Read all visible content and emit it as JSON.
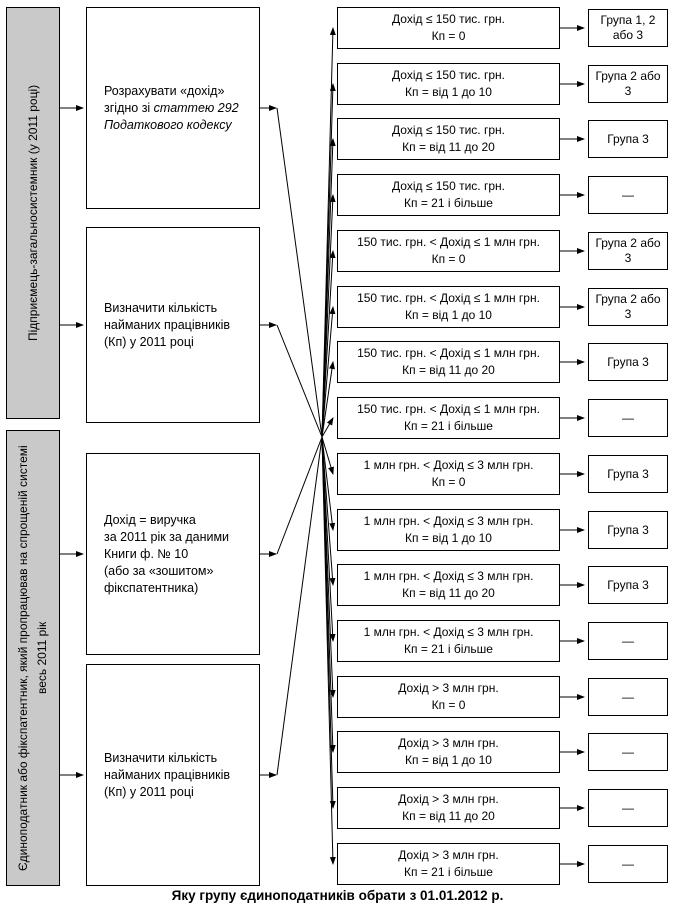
{
  "caption": "Яку групу єдиноподатників обрати з 01.01.2012 р.",
  "left_labels": {
    "top": "Підприємець-загальносистемник (у 2011 році)",
    "bottom": "Єдиноподатник або фікспатентник, який пропрацював на спрощеній системі весь 2011 рік"
  },
  "process_boxes": [
    {
      "plain": "Розрахувати «дохід»\nзгідно зі ",
      "italic": "статтею 292\nПодаткового кодексу"
    },
    {
      "plain": "Визначити кількість\nнайманих працівників\n(Кп) у 2011 році",
      "italic": ""
    },
    {
      "plain": "Дохід = виручка\nза 2011 рік за даними\nКниги ф. № 10\n(або за «зошитом»\nфікспатентника)",
      "italic": ""
    },
    {
      "plain": "Визначити кількість\nнайманих працівників\n(Кп) у 2011 році",
      "italic": ""
    }
  ],
  "rows": [
    {
      "condition_line1": "Дохід ≤ 150 тис. грн.",
      "condition_line2": "Кп = 0",
      "result": "Група 1, 2 або 3"
    },
    {
      "condition_line1": "Дохід ≤ 150 тис. грн.",
      "condition_line2": "Кп = від 1 до 10",
      "result": "Група 2 або 3"
    },
    {
      "condition_line1": "Дохід ≤ 150 тис. грн.",
      "condition_line2": "Кп = від 11 до 20",
      "result": "Група 3"
    },
    {
      "condition_line1": "Дохід ≤ 150 тис. грн.",
      "condition_line2": "Кп = 21 і більше",
      "result": "—"
    },
    {
      "condition_line1": "150 тис. грн. < Дохід ≤ 1 млн грн.",
      "condition_line2": "Кп = 0",
      "result": "Група 2 або 3"
    },
    {
      "condition_line1": "150 тис. грн. < Дохід ≤ 1 млн грн.",
      "condition_line2": "Кп = від 1 до 10",
      "result": "Група 2 або 3"
    },
    {
      "condition_line1": "150 тис. грн. < Дохід ≤ 1 млн грн.",
      "condition_line2": "Кп = від 11 до 20",
      "result": "Група 3"
    },
    {
      "condition_line1": "150 тис. грн. < Дохід ≤ 1 млн грн.",
      "condition_line2": "Кп = 21 і більше",
      "result": "—"
    },
    {
      "condition_line1": "1 млн грн. < Дохід ≤ 3 млн грн.",
      "condition_line2": "Кп = 0",
      "result": "Група 3"
    },
    {
      "condition_line1": "1 млн грн. < Дохід ≤ 3 млн грн.",
      "condition_line2": "Кп = від 1 до 10",
      "result": "Група 3"
    },
    {
      "condition_line1": "1 млн грн. < Дохід ≤ 3 млн грн.",
      "condition_line2": "Кп = від 11 до 20",
      "result": "Група 3"
    },
    {
      "condition_line1": "1 млн грн. < Дохід ≤ 3 млн грн.",
      "condition_line2": "Кп = 21 і більше",
      "result": "—"
    },
    {
      "condition_line1": "Дохід > 3 млн грн.",
      "condition_line2": "Кп = 0",
      "result": "—"
    },
    {
      "condition_line1": "Дохід > 3 млн грн.",
      "condition_line2": "Кп = від 1 до 10",
      "result": "—"
    },
    {
      "condition_line1": "Дохід > 3 млн грн.",
      "condition_line2": "Кп = від 11 до 20",
      "result": "—"
    },
    {
      "condition_line1": "Дохід > 3 млн грн.",
      "condition_line2": "Кп = 21 і більше",
      "result": "—"
    }
  ],
  "colors": {
    "box_fill": "#ffffff",
    "left_box_fill": "#c9c9c9",
    "line": "#000000"
  }
}
